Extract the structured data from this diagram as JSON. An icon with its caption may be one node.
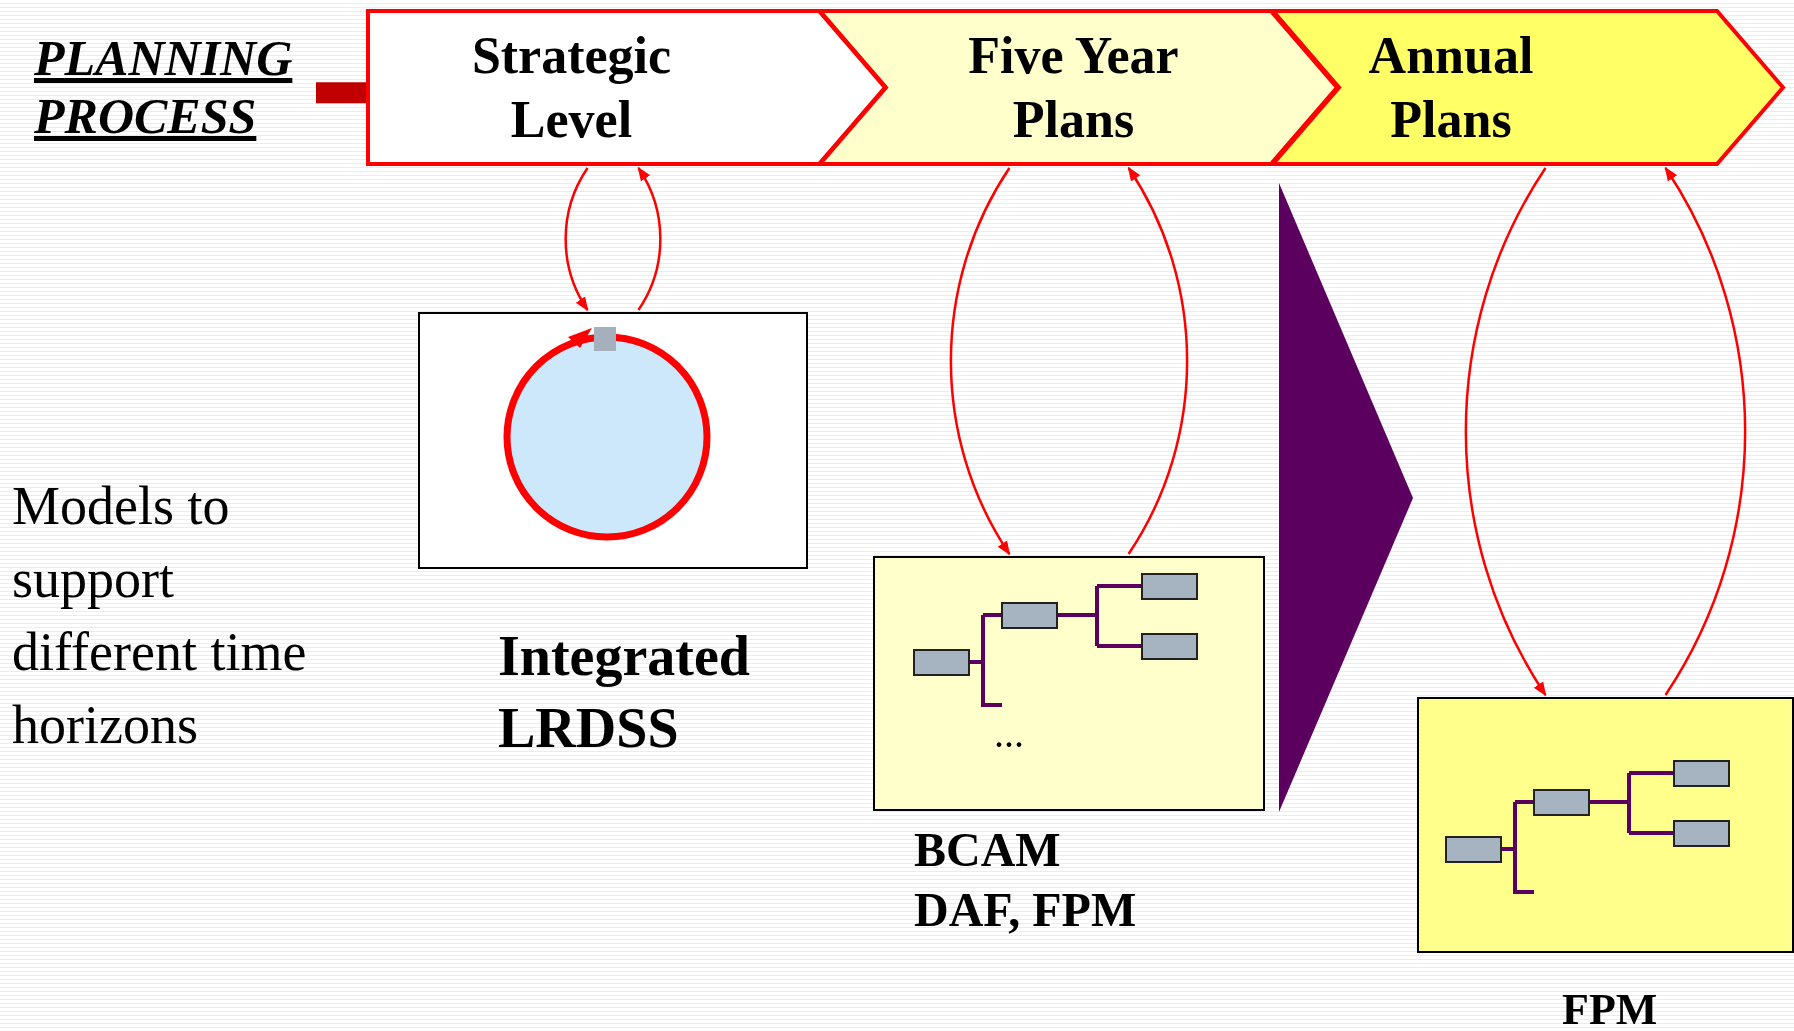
{
  "diagram": {
    "nodes": [
      {
        "text": [
          "PLANNING PROCESS"
        ]
      },
      {
        "text": [
          "Strategic Level"
        ]
      },
      {
        "text": [
          "Five Year Plans"
        ]
      },
      {
        "text": [
          "Annual Plans"
        ]
      },
      {
        "text": [],
        "shape": "box",
        "beside": [
          "Integrated LRDSS"
        ]
      },
      {
        "text": [
          "..."
        ],
        "beside": [
          "BCAM DAF, FPM"
        ]
      },
      {
        "text": [],
        "shape": "box",
        "beside": [
          "FPM"
        ]
      }
    ],
    "edges": [
      {
        "from": 0,
        "to": 1,
        "arrow": "none",
        "style": "thick",
        "color": "#c00000"
      },
      {
        "from": 1,
        "to": 4,
        "arrow": "to"
      },
      {
        "from": 4,
        "to": 1,
        "arrow": "to"
      },
      {
        "from": 2,
        "to": 5,
        "arrow": "to"
      },
      {
        "from": 5,
        "to": 2,
        "arrow": "to"
      },
      {
        "from": 3,
        "to": 6,
        "arrow": "to"
      },
      {
        "from": 6,
        "to": 3,
        "arrow": "to"
      }
    ],
    "labels": [
      "Models to support different time horizons"
    ]
  }
}
